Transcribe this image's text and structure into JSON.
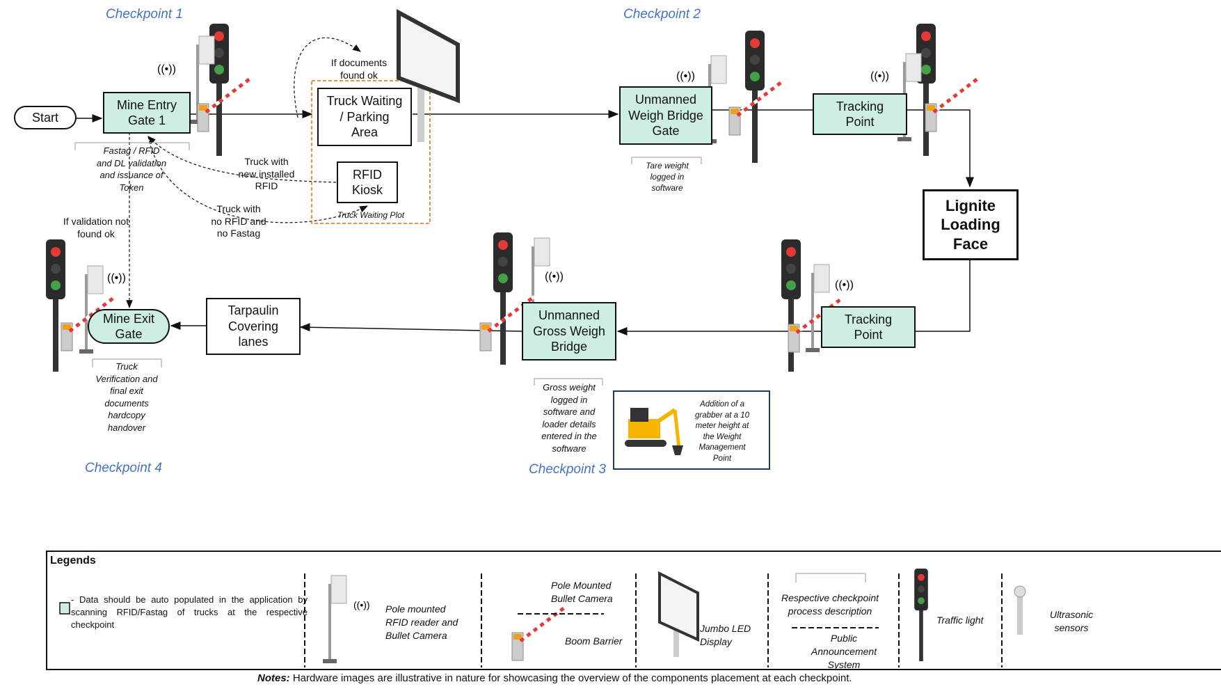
{
  "checkpoints": [
    "Checkpoint 1",
    "Checkpoint 2",
    "Checkpoint 3",
    "Checkpoint 4"
  ],
  "nodes": {
    "start": "Start",
    "mine_entry": "Mine Entry\nGate 1",
    "truck_waiting": "Truck Waiting\n/ Parking\nArea",
    "rfid_kiosk": "RFID\nKiosk",
    "weigh_bridge_gate": "Unmanned\nWeigh Bridge\nGate",
    "tracking_point_1": "Tracking\nPoint",
    "lignite_face": "Lignite\nLoading\nFace",
    "tracking_point_2": "Tracking\nPoint",
    "gross_weigh_bridge": "Unmanned\nGross Weigh\nBridge",
    "tarpaulin": "Tarpaulin\nCovering\nlanes",
    "mine_exit": "Mine Exit\nGate"
  },
  "annotations": {
    "entry_desc": "Fastag / RFID\nand DL validation\nand issuance of\nToken",
    "docs_ok": "If documents\nfound ok",
    "new_rfid": "Truck with\nnew installed\nRFID",
    "no_rfid": "Truck with\nno RFID and\nno Fastag",
    "validation_fail": "If validation not\nfound ok",
    "waiting_plot": "Truck Waiting Plot",
    "tare_weight": "Tare weight\nlogged in\nsoftware",
    "gross_weight": "Gross weight\nlogged in\nsoftware and\nloader details\nentered in the\nsoftware",
    "exit_desc": "Truck\nVerification and\nfinal exit\ndocuments\nhardcopy\nhandover",
    "grabber": "Addition of a\ngrabber at a 10\nmeter height at\nthe Weight\nManagement\nPoint"
  },
  "legend": {
    "title": "Legends",
    "green_desc": "- Data should be auto populated in the application by scanning RFID/Fastag of trucks at the respective checkpoint",
    "rfid_reader": "Pole mounted\nRFID reader and\nBullet Camera",
    "bullet_camera": "Pole Mounted\nBullet Camera",
    "boom_barrier": "Boom Barrier",
    "jumbo_led": "Jumbo LED\nDisplay",
    "checkpoint_desc": "Respective checkpoint\nprocess description",
    "pa_system": "Public\nAnnouncement\nSystem",
    "traffic_light": "Traffic light",
    "ultrasonic": "Ultrasonic\nsensors"
  },
  "notes": {
    "label": "Notes:",
    "text": "Hardware images are illustrative in nature for showcasing the overview of the components placement at each checkpoint."
  },
  "colors": {
    "green_box": "#cdeee0",
    "checkpoint_label": "#4472c4",
    "dashed_area": "#ed7d31"
  }
}
